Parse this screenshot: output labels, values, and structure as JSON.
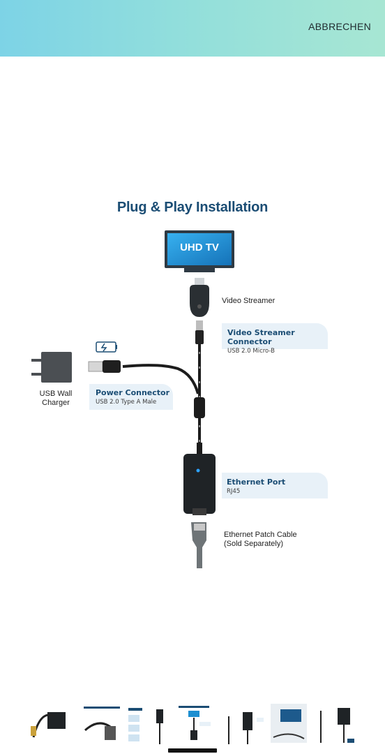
{
  "header": {
    "cancel_label": "ABBRECHEN"
  },
  "infographic": {
    "title": "Plug & Play Installation",
    "tv_label": "UHD TV",
    "video_streamer": "Video Streamer",
    "streamer_connector": {
      "heading": "Video Streamer Connector",
      "sub": "USB 2.0 Micro-B"
    },
    "charger_line1": "USB Wall",
    "charger_line2": "Charger",
    "power_connector": {
      "heading": "Power Connector",
      "sub": "USB 2.0 Type A Male"
    },
    "ethernet_port": {
      "heading": "Ethernet Port",
      "sub": "RJ45"
    },
    "patch_cable_line1": "Ethernet Patch Cable",
    "patch_cable_line2": "(Sold Separately)"
  },
  "colors": {
    "accent": "#1b4d74",
    "pill_bg": "#e8f1f8",
    "header_start": "#7dd3e6",
    "header_end": "#a7e6d3"
  },
  "thumbnails": [
    {
      "name": "product-overview"
    },
    {
      "name": "adapter-dimensions"
    },
    {
      "name": "compatibility-grid"
    },
    {
      "name": "plug-and-play-installation",
      "selected": true
    },
    {
      "name": "setup-steps"
    },
    {
      "name": "tv-room-photo"
    },
    {
      "name": "cable-features"
    }
  ]
}
